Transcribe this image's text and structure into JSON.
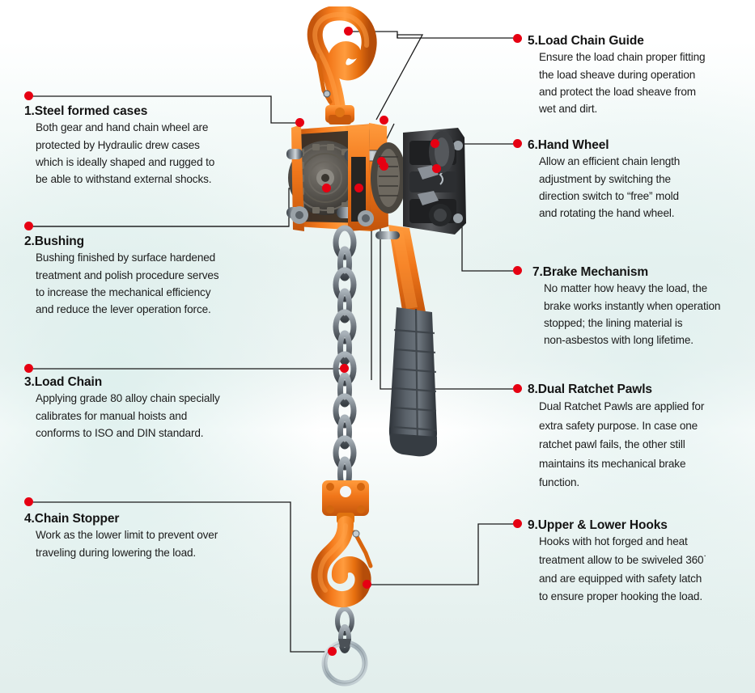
{
  "diagram": {
    "title": "Lever Hoist Component Callout Diagram",
    "accent_color": "#e60012",
    "line_color": "#1a1a1a",
    "background": "#e9f3f1"
  },
  "product": {
    "name": "lever-chain-hoist",
    "colors": {
      "body_orange": "#f07419",
      "body_orange_dark": "#c4550c",
      "body_orange_light": "#ff9b3d",
      "chain_steel": "#6b7178",
      "chain_steel_dark": "#3d444b",
      "gear_dark": "#57544f",
      "grip_rubber": "#4a5057",
      "ring_steel": "#b9c6cb"
    }
  },
  "callouts": [
    {
      "number": "1.",
      "title": "Steel formed cases",
      "lines": [
        "Both gear and hand chain wheel are",
        "protected by Hydraulic drew cases",
        "which is ideally shaped and rugged to",
        "be able to withstand external shocks."
      ]
    },
    {
      "number": "2.",
      "title": "Bushing",
      "lines": [
        "Bushing finished by surface hardened",
        "treatment and polish procedure serves",
        "to increase the mechanical efficiency",
        "and reduce the lever operation force."
      ]
    },
    {
      "number": "3.",
      "title": "Load Chain",
      "lines": [
        "Applying grade 80 alloy chain specially",
        "calibrates for manual hoists and",
        "conforms to ISO and DIN standard."
      ]
    },
    {
      "number": "4.",
      "title": "Chain Stopper",
      "lines": [
        "Work as the lower limit to prevent over",
        "traveling during lowering the load."
      ]
    },
    {
      "number": "5.",
      "title": "Load Chain Guide",
      "lines": [
        "Ensure the load chain proper fitting",
        "the load sheave during operation",
        "and protect the load sheave from",
        "wet and dirt."
      ]
    },
    {
      "number": "6.",
      "title": "Hand Wheel",
      "lines": [
        "Allow an efficient chain length",
        "adjustment by switching the",
        "direction switch to “free” mold",
        "and rotating the hand wheel."
      ]
    },
    {
      "number": "7.",
      "title": "Brake Mechanism",
      "lines": [
        "No matter how heavy the load, the",
        "brake works instantly when operation",
        "stopped; the lining material is",
        "non-asbestos with long lifetime."
      ]
    },
    {
      "number": "8.",
      "title": "Dual Ratchet Pawls",
      "lines": [
        "Dual Ratchet Pawls are applied for",
        "extra safety purpose. In case one",
        "ratchet pawl fails, the other still",
        "maintains its mechanical brake",
        "function."
      ]
    },
    {
      "number": "9.",
      "title": "Upper & Lower Hooks",
      "lines": [
        "Hooks with hot forged and heat",
        "treatment allow to be swiveled 360˙",
        "and are equipped with safety latch",
        "to ensure proper hooking the load."
      ]
    }
  ]
}
